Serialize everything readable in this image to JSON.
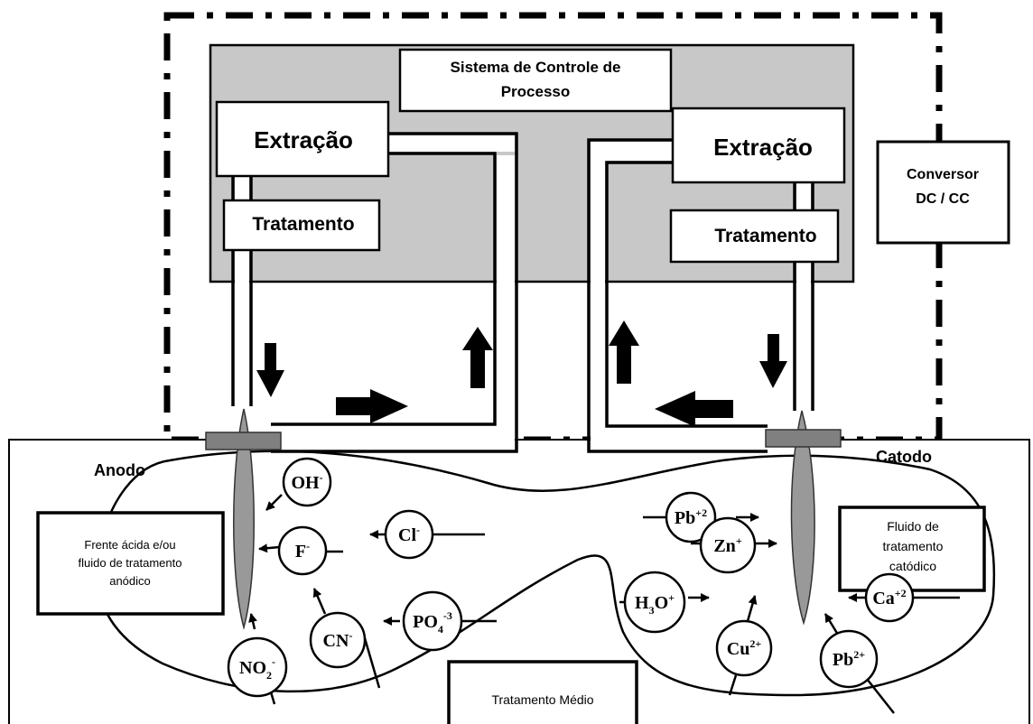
{
  "labels": {
    "control_line1": "Sistema de Controle de",
    "control_line2": "Processo",
    "extraction_left": "Extração",
    "treatment_left": "Tratamento",
    "extraction_right": "Extração",
    "treatment_right": "Tratamento",
    "converter_line1": "Conversor",
    "converter_line2": "DC / CC",
    "anode": "Anodo",
    "cathode": "Catodo",
    "anodic_line1": "Frente ácida e/ou",
    "anodic_line2": "fluido de tratamento",
    "anodic_line3": "anódico",
    "cathodic_line1": "Fluido de",
    "cathodic_line2": "tratamento",
    "cathodic_line3": "catódico",
    "medium": "Tratamento Médio"
  },
  "anions": [
    {
      "base": "OH",
      "sup": "-",
      "sub": ""
    },
    {
      "base": "F",
      "sup": "-",
      "sub": ""
    },
    {
      "base": "Cl",
      "sup": "-",
      "sub": ""
    },
    {
      "base": "CN",
      "sup": "-",
      "sub": ""
    },
    {
      "base": "PO",
      "sub": "4",
      "sup": "-3"
    },
    {
      "base": "NO",
      "sub": "2",
      "sup": "-"
    }
  ],
  "cations": [
    {
      "base": "Pb",
      "sup": "+2",
      "sub": ""
    },
    {
      "base": "Zn",
      "sup": "+",
      "sub": ""
    },
    {
      "base": "H",
      "sub": "3",
      "base2": "O",
      "sup": "+"
    },
    {
      "base": "Cu",
      "sup": "2+",
      "sub": ""
    },
    {
      "base": "Pb",
      "sup": "2+",
      "sub": ""
    },
    {
      "base": "Ca",
      "sup": "+2",
      "sub": ""
    }
  ],
  "colors": {
    "control_panel": "#c8c8c8",
    "electrode": "#999999",
    "collar": "#808080",
    "line": "#000000"
  }
}
